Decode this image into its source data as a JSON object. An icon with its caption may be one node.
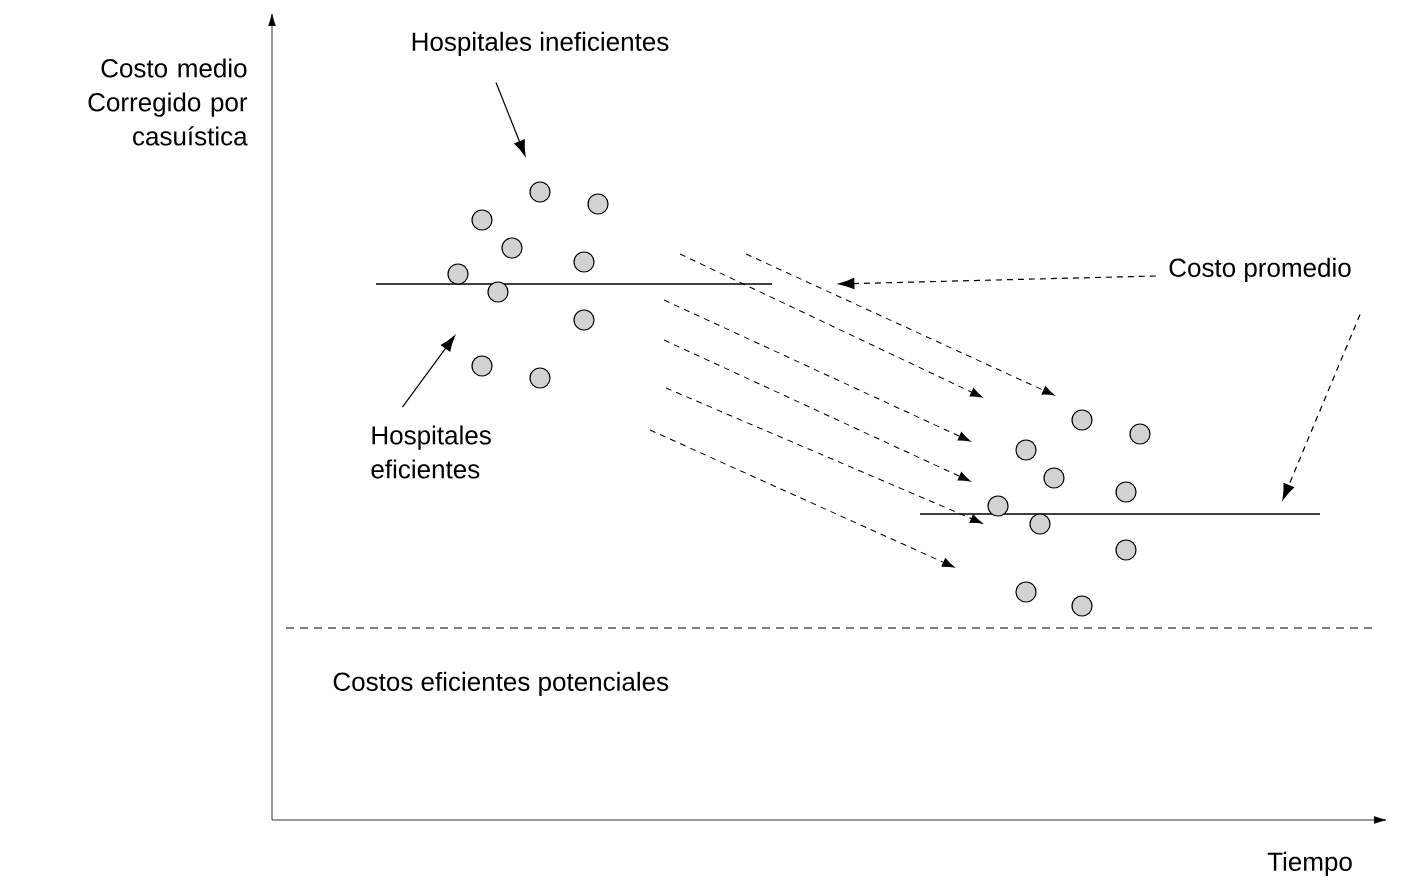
{
  "diagram": {
    "nodes": [
      {
        "text": [
          "Hospitales ineficientes"
        ]
      },
      {
        "text": [
          "Hospitales eficientes"
        ]
      },
      {
        "text": [
          "Costo promedio"
        ]
      },
      {
        "text": [],
        "shape": "line"
      },
      {
        "text": [],
        "shape": "line"
      }
    ],
    "edges": [
      {
        "from": 0,
        "to": null,
        "arrow": "to"
      },
      {
        "from": 1,
        "to": null,
        "arrow": "to"
      },
      {
        "from": 2,
        "to": 3,
        "arrow": "to",
        "style": "dashed"
      },
      {
        "from": 2,
        "to": 4,
        "arrow": "to",
        "style": "dashed"
      }
    ],
    "labels": [
      "Costo medio Corregido por casuística",
      "Costos eficientes potenciales",
      "Tiempo"
    ]
  }
}
